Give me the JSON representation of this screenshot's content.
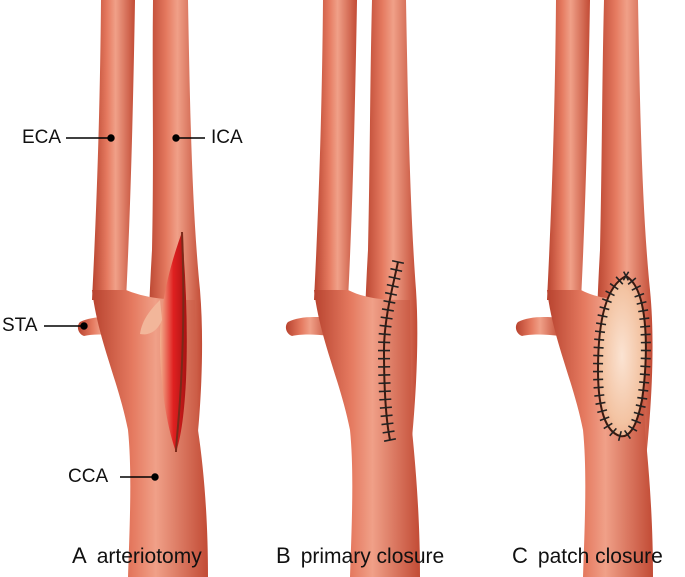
{
  "labels": {
    "eca": "ECA",
    "ica": "ICA",
    "sta": "STA",
    "cca": "CCA"
  },
  "panels": [
    {
      "letter": "A",
      "caption": "arteriotomy"
    },
    {
      "letter": "B",
      "caption": "primary closure"
    },
    {
      "letter": "C",
      "caption": "patch closure"
    }
  ],
  "colors": {
    "artery": "#d8604a",
    "artery_light": "#f09a80",
    "artery_dark": "#b23e2b",
    "incision": "#e02020",
    "patch": "#f4c7a8",
    "suture": "#222222",
    "leader": "#000000"
  }
}
